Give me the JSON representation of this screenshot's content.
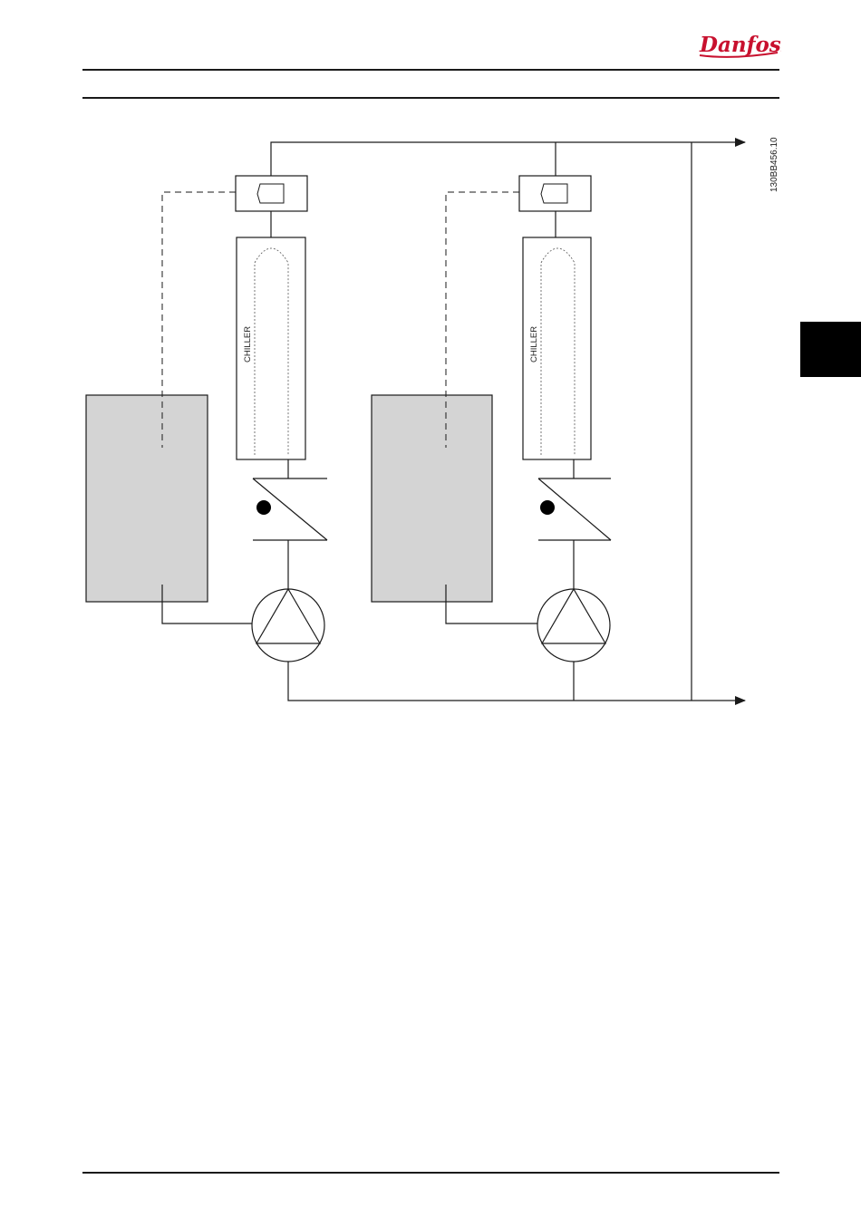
{
  "header": {
    "logo_text": "Danfoss"
  },
  "diagram": {
    "reference_code": "130BB456.10",
    "chillers": [
      {
        "label": "CHILLER"
      },
      {
        "label": "CHILLER"
      }
    ]
  },
  "colors": {
    "line": "#1a1a1a",
    "drive_fill": "#d4d4d4",
    "chapter_tab": "#000000",
    "logo": "#c8102e"
  }
}
